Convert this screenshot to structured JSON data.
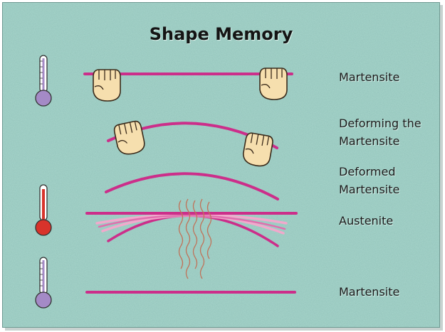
{
  "title": "Shape Memory",
  "labels": {
    "martensite_top": "Martensite",
    "deforming_line1": "Deforming the",
    "deforming_line2": "Martensite",
    "deformed_line1": "Deformed",
    "deformed_line2": "Martensite",
    "austenite": "Austenite",
    "martensite_bottom": "Martensite"
  },
  "colors": {
    "background": "#a8d6cc",
    "wire": "#cc2e8a",
    "wire_light": "#f1a9cc",
    "thermometer_cold": "#a48ac6",
    "thermometer_hot": "#d8332b",
    "heat_waves": "#c0735a",
    "hand": "#f6dfae"
  },
  "icons": [
    "thermometer-cold-icon",
    "thermometer-hot-icon",
    "hand-icon",
    "heat-waves-icon"
  ]
}
